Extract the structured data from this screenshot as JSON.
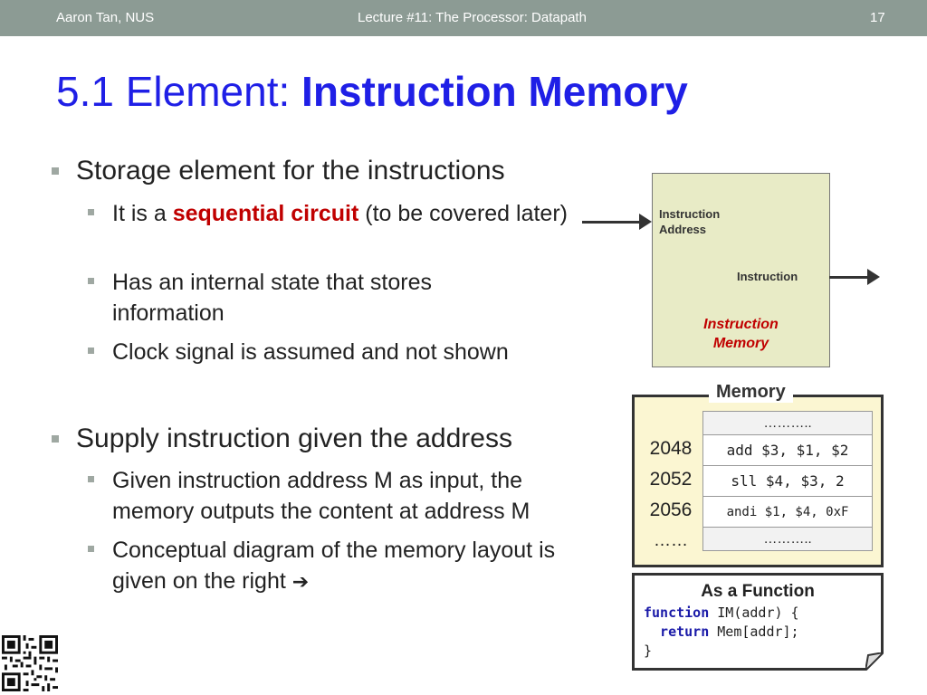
{
  "header": {
    "author": "Aaron Tan, NUS",
    "lecture": "Lecture #11: The Processor: Datapath",
    "page": "17"
  },
  "title": {
    "prefix": "5.1 Element: ",
    "main": "Instruction Memory"
  },
  "bullets": {
    "b1": "Storage element for the instructions",
    "b1_sub1_a": "It is a ",
    "b1_sub1_b": "sequential circuit",
    "b1_sub1_c": " (to be covered later)",
    "b1_sub2": "Has an internal state that stores information",
    "b1_sub3": "Clock signal is assumed and not shown",
    "b2": "Supply instruction given the address",
    "b2_sub1": "Given instruction address M as input, the memory outputs the content at address M",
    "b2_sub2": "Conceptual diagram of the memory layout is given on the right ",
    "arrow_icon": "➔"
  },
  "im_diagram": {
    "input_label_1": "Instruction",
    "input_label_2": "Address",
    "output_label": "Instruction",
    "name_1": "Instruction",
    "name_2": "Memory"
  },
  "memory": {
    "title": "Memory",
    "dots": "………..",
    "addr_dots": "……",
    "rows": [
      {
        "addr": "2048",
        "content": "add $3, $1, $2"
      },
      {
        "addr": "2052",
        "content": "sll $4, $3, 2"
      },
      {
        "addr": "2056",
        "content": "andi $1, $4, 0xF"
      }
    ]
  },
  "function_box": {
    "title": "As a Function",
    "kw_function": "function",
    "sig": " IM(addr) {",
    "kw_return": "  return",
    "ret": " Mem[addr];",
    "close": "}"
  }
}
